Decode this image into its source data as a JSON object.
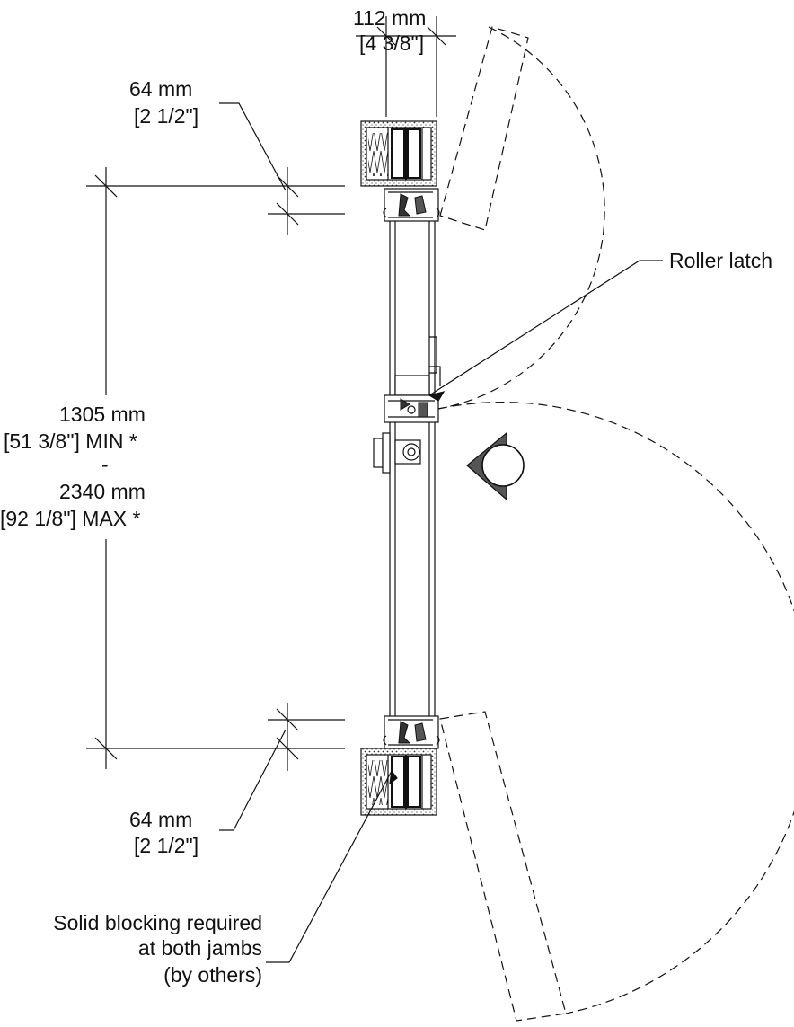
{
  "dimensions": {
    "depth": {
      "metric": "112 mm",
      "imperial": "[4 3/8\"]"
    },
    "top_offset": {
      "metric": "64 mm",
      "imperial": "[2 1/2\"]"
    },
    "bottom_offset": {
      "metric": "64 mm",
      "imperial": "[2 1/2\"]"
    },
    "opening": {
      "min_metric": "1305 mm",
      "min_imperial": "[51 3/8\"] MIN *",
      "separator": "-",
      "max_metric": "2340 mm",
      "max_imperial": "[92 1/8\"] MAX *"
    }
  },
  "callouts": {
    "roller_latch": "Roller latch",
    "blocking_line1": "Solid blocking required",
    "blocking_line2": "at both jambs",
    "blocking_line3": "(by others)"
  },
  "symbols": {
    "view_marker": "section-view-marker-icon"
  },
  "colors": {
    "line": "#111111",
    "hatch": "#333333",
    "background": "#ffffff"
  }
}
